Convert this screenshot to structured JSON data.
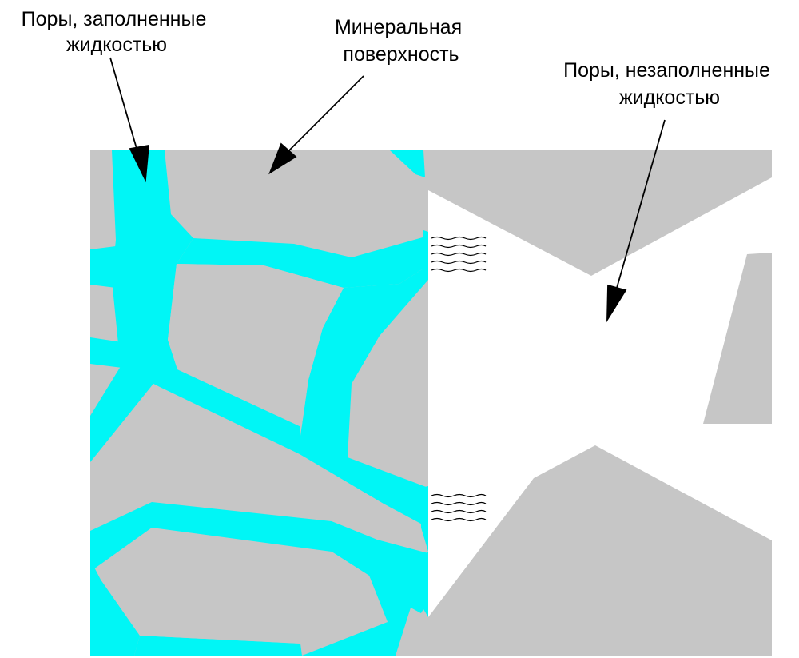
{
  "labels": {
    "filled_pores": [
      "Поры, заполненные",
      "жидкостью"
    ],
    "mineral_surface": [
      "Минеральная",
      "поверхность"
    ],
    "empty_pores": [
      "Поры, незаполненные",
      "жидкостью"
    ]
  },
  "colors": {
    "mineral": "#c6c6c6",
    "liquid": "#00f6f6",
    "empty_pore": "#ffffff",
    "text": "#000000"
  }
}
